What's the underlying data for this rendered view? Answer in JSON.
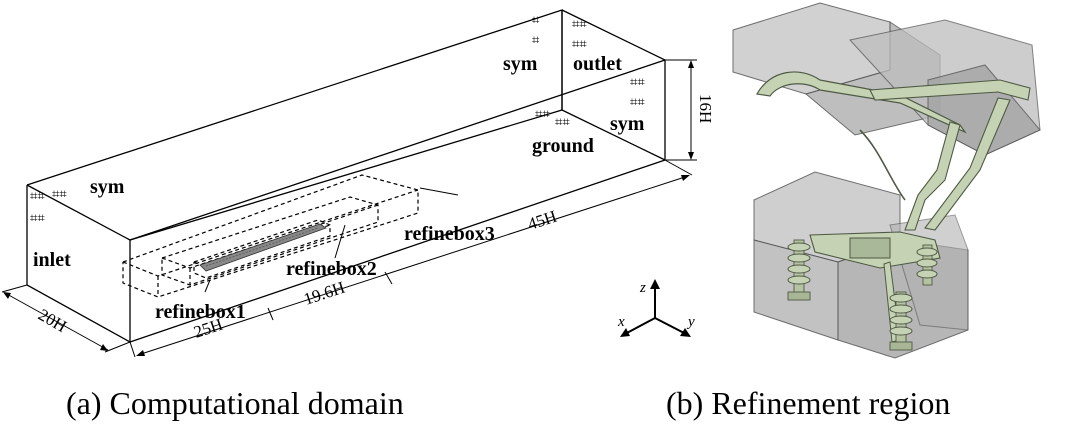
{
  "domain_panel": {
    "labels": {
      "inlet": "inlet",
      "outlet": "outlet",
      "ground": "ground",
      "sym_left": "sym",
      "sym_top": "sym",
      "sym_right": "sym",
      "refinebox1": "refinebox1",
      "refinebox2": "refinebox2",
      "refinebox3": "refinebox3"
    },
    "dimensions": {
      "width": "20H",
      "height": "16H",
      "upstream": "25H",
      "train": "19.6H",
      "length": "45H"
    },
    "axes": {
      "x": "x",
      "y": "y",
      "z": "z"
    },
    "caption": "(a) Computational domain"
  },
  "refinement_panel": {
    "caption": "(b) Refinement region"
  }
}
